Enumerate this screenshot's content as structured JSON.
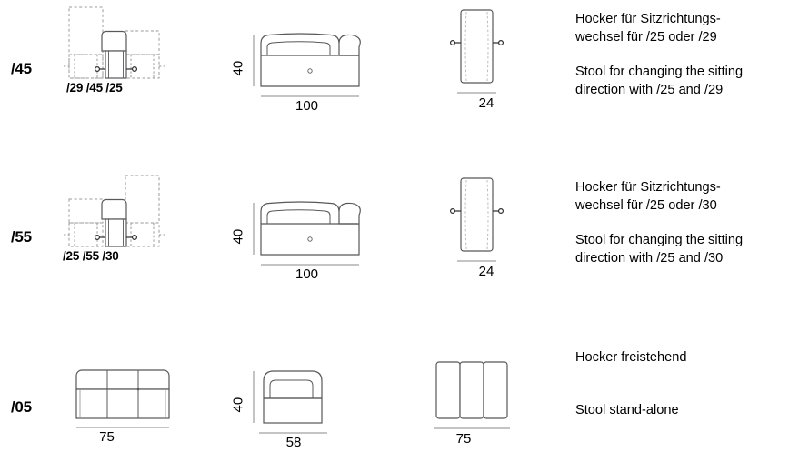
{
  "document": {
    "type": "technical-specification-sheet",
    "subject": "Hocker / Stool dimension drawings",
    "units": "cm"
  },
  "rows": [
    {
      "model_code": "/45",
      "plan": {
        "labels": "/29  /45  /25",
        "label_parts": [
          "/29",
          "/45",
          "/25"
        ],
        "configuration": "tall-context-left"
      },
      "elevation": {
        "height_dim": "40",
        "width_dim": "100"
      },
      "side": {
        "width_dim": "24"
      },
      "description": {
        "de_line1": "Hocker für Sitzrichtungs-",
        "de_line2": "wechsel für /25 oder /29",
        "en_line1": "Stool for changing the sitting",
        "en_line2": "direction with /25 and /29"
      }
    },
    {
      "model_code": "/55",
      "plan": {
        "labels": "/25  /55  /30",
        "label_parts": [
          "/25",
          "/55",
          "/30"
        ],
        "configuration": "tall-context-right"
      },
      "elevation": {
        "height_dim": "40",
        "width_dim": "100"
      },
      "side": {
        "width_dim": "24"
      },
      "description": {
        "de_line1": "Hocker für Sitzrichtungs-",
        "de_line2": "wechsel für /25 oder /30",
        "en_line1": "Stool for changing the sitting",
        "en_line2": "direction with /25 and /30"
      }
    },
    {
      "model_code": "/05",
      "plan": {
        "labels": "",
        "label_parts": [],
        "configuration": "stand-alone",
        "width_dim": "75"
      },
      "elevation": {
        "height_dim": "40",
        "width_dim": "58"
      },
      "side": {
        "width_dim": "75"
      },
      "description": {
        "de_line1": "Hocker freistehend",
        "de_line2": "",
        "en_line1": "Stool stand-alone",
        "en_line2": ""
      }
    }
  ],
  "colors": {
    "line": "#58585a",
    "line_dark": "#3f3f41",
    "dashed": "#9a9a9c",
    "fill": "#ffffff",
    "text": "#000000"
  }
}
